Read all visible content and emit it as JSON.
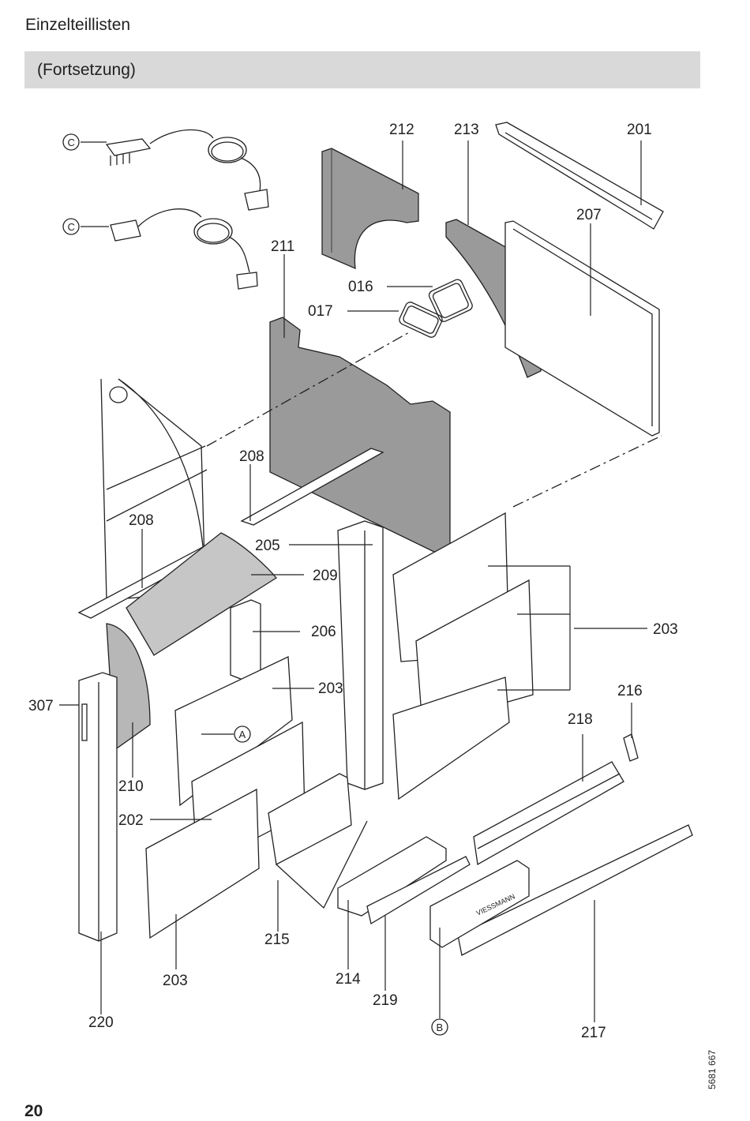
{
  "header": {
    "title": "Einzelteillisten",
    "section": "(Fortsetzung)"
  },
  "diagram": {
    "part_labels": {
      "p201": "201",
      "p202": "202",
      "p203a": "203",
      "p203b": "203",
      "p203c": "203",
      "p205": "205",
      "p206": "206",
      "p207": "207",
      "p208a": "208",
      "p208b": "208",
      "p209": "209",
      "p210": "210",
      "p211": "211",
      "p212": "212",
      "p213": "213",
      "p214": "214",
      "p215": "215",
      "p216": "216",
      "p217": "217",
      "p218": "218",
      "p219": "219",
      "p220": "220",
      "p307": "307",
      "p016": "016",
      "p017": "017"
    },
    "callouts": {
      "a": "A",
      "b": "B",
      "c1": "C",
      "c2": "C"
    },
    "logo_text": "VIESSMANN"
  },
  "footer": {
    "page_number": "20",
    "doc_number": "5681 667"
  }
}
